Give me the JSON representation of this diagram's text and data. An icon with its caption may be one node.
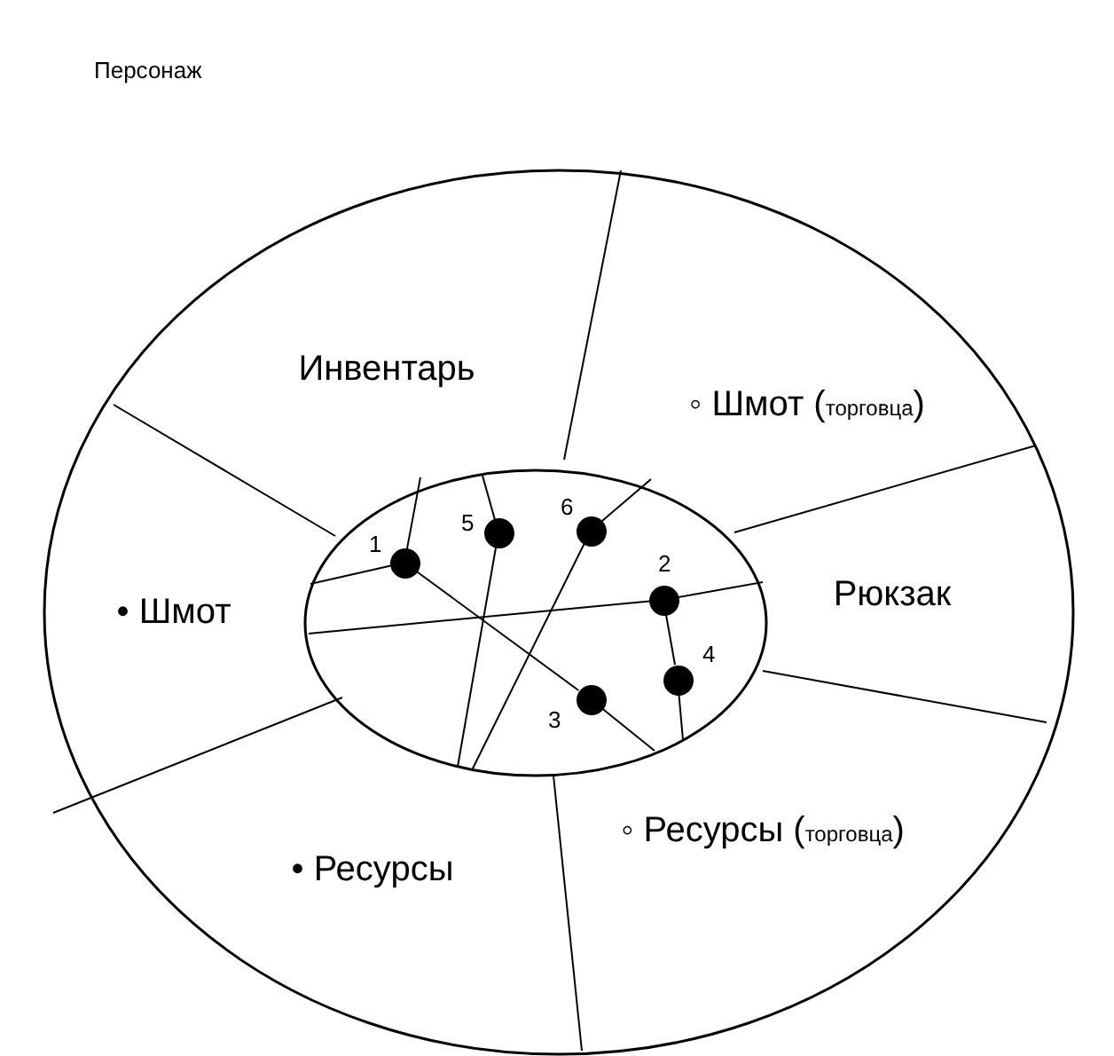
{
  "diagram": {
    "title": "Персонаж",
    "nodes": [
      {
        "text": [
          "Инвентарь"
        ]
      },
      {
        "text": [
          "◦ Шмот ($_{торговца}$)"
        ]
      },
      {
        "text": [
          "• Шмот"
        ]
      },
      {
        "text": [
          "Рюкзак"
        ]
      },
      {
        "text": [
          "• Ресурсы"
        ]
      },
      {
        "text": [
          "◦ Ресурсы ($_{торговца}$)"
        ]
      },
      {
        "text": [],
        "shape": "circle",
        "beside": [
          "1"
        ]
      },
      {
        "text": [],
        "shape": "circle",
        "beside": [
          "2"
        ]
      },
      {
        "text": [],
        "shape": "circle",
        "beside": [
          "3"
        ]
      },
      {
        "text": [],
        "shape": "circle",
        "beside": [
          "4"
        ]
      },
      {
        "text": [],
        "shape": "circle",
        "beside": [
          "5"
        ]
      },
      {
        "text": [],
        "shape": "circle",
        "beside": [
          "6"
        ]
      }
    ],
    "edges": [
      {
        "from": 6,
        "to": 8,
        "arrow": "none"
      },
      {
        "from": 7,
        "to": 9,
        "arrow": "none"
      }
    ]
  }
}
